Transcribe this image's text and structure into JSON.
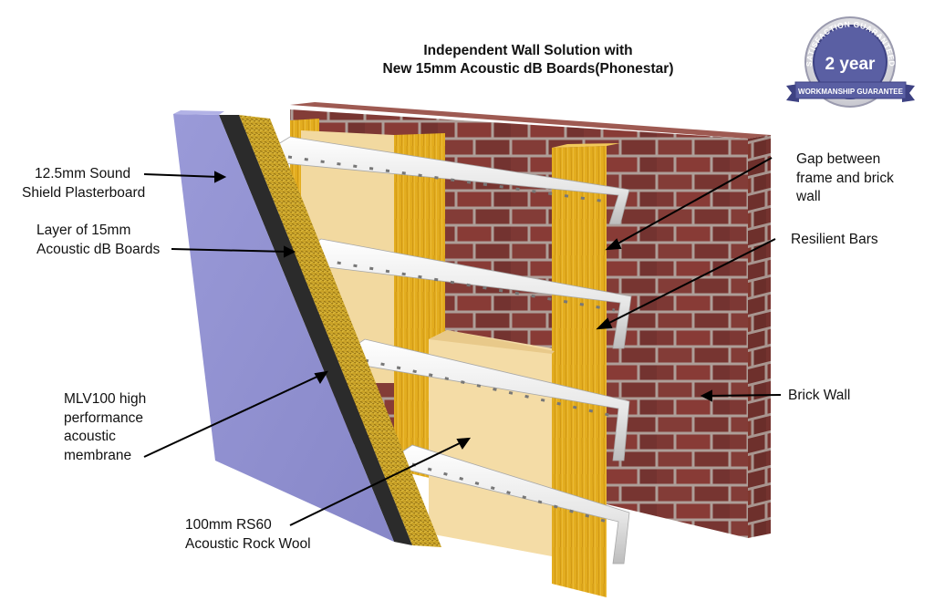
{
  "title": {
    "line1": "Independent Wall Solution with",
    "line2": "New 15mm Acoustic dB Boards(Phonestar)"
  },
  "badge": {
    "top_text": "SATISFACTION GUARANTEED",
    "main_text": "2 year",
    "ribbon_text": "WORKMANSHIP GUARANTEE"
  },
  "labels": {
    "plasterboard": [
      "12.5mm Sound",
      "Shield Plasterboard"
    ],
    "acoustic_boards": [
      "Layer of 15mm",
      "Acoustic dB Boards"
    ],
    "membrane": [
      "MLV100 high",
      "performance",
      "acoustic",
      "membrane"
    ],
    "rock_wool": [
      "100mm RS60",
      "Acoustic Rock Wool"
    ],
    "gap": [
      "Gap between",
      "frame and brick",
      "wall"
    ],
    "resilient_bars": [
      "Resilient Bars"
    ],
    "brick_wall": [
      "Brick Wall"
    ]
  },
  "colors": {
    "plasterboard": "#8f8fd0",
    "membrane": "#2b2b2b",
    "acoustic_board": "#c9a227",
    "timber": "#e2ac1c",
    "rock_wool": "#f2d9a0",
    "resilient_bar": "#eeeeee",
    "brick": "#8a3e3a",
    "mortar": "#b9a8a2",
    "badge": "#5a5fa3"
  }
}
